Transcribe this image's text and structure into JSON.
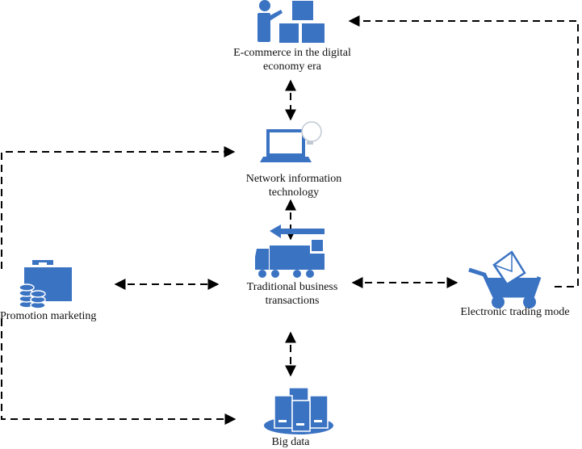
{
  "colors": {
    "icon": "#3b73c3",
    "icon_light": "#ffffff",
    "arrow": "#000000"
  },
  "nodes": {
    "ecommerce": {
      "line1": "E-commerce in the digital",
      "line2": "economy era",
      "icon": "presentation-boxes-icon"
    },
    "network": {
      "line1": "Network information",
      "line2": "technology",
      "icon": "laptop-lightbulb-icon"
    },
    "traditional": {
      "line1": "Traditional business",
      "line2": "transactions",
      "icon": "delivery-truck-icon"
    },
    "promotion": {
      "label": "Promotion marketing",
      "icon": "briefcase-coins-icon"
    },
    "electronic": {
      "label": "Electronic trading mode",
      "icon": "shopping-cart-mail-icon"
    },
    "bigdata": {
      "label": "Big data",
      "icon": "server-database-icon"
    }
  }
}
